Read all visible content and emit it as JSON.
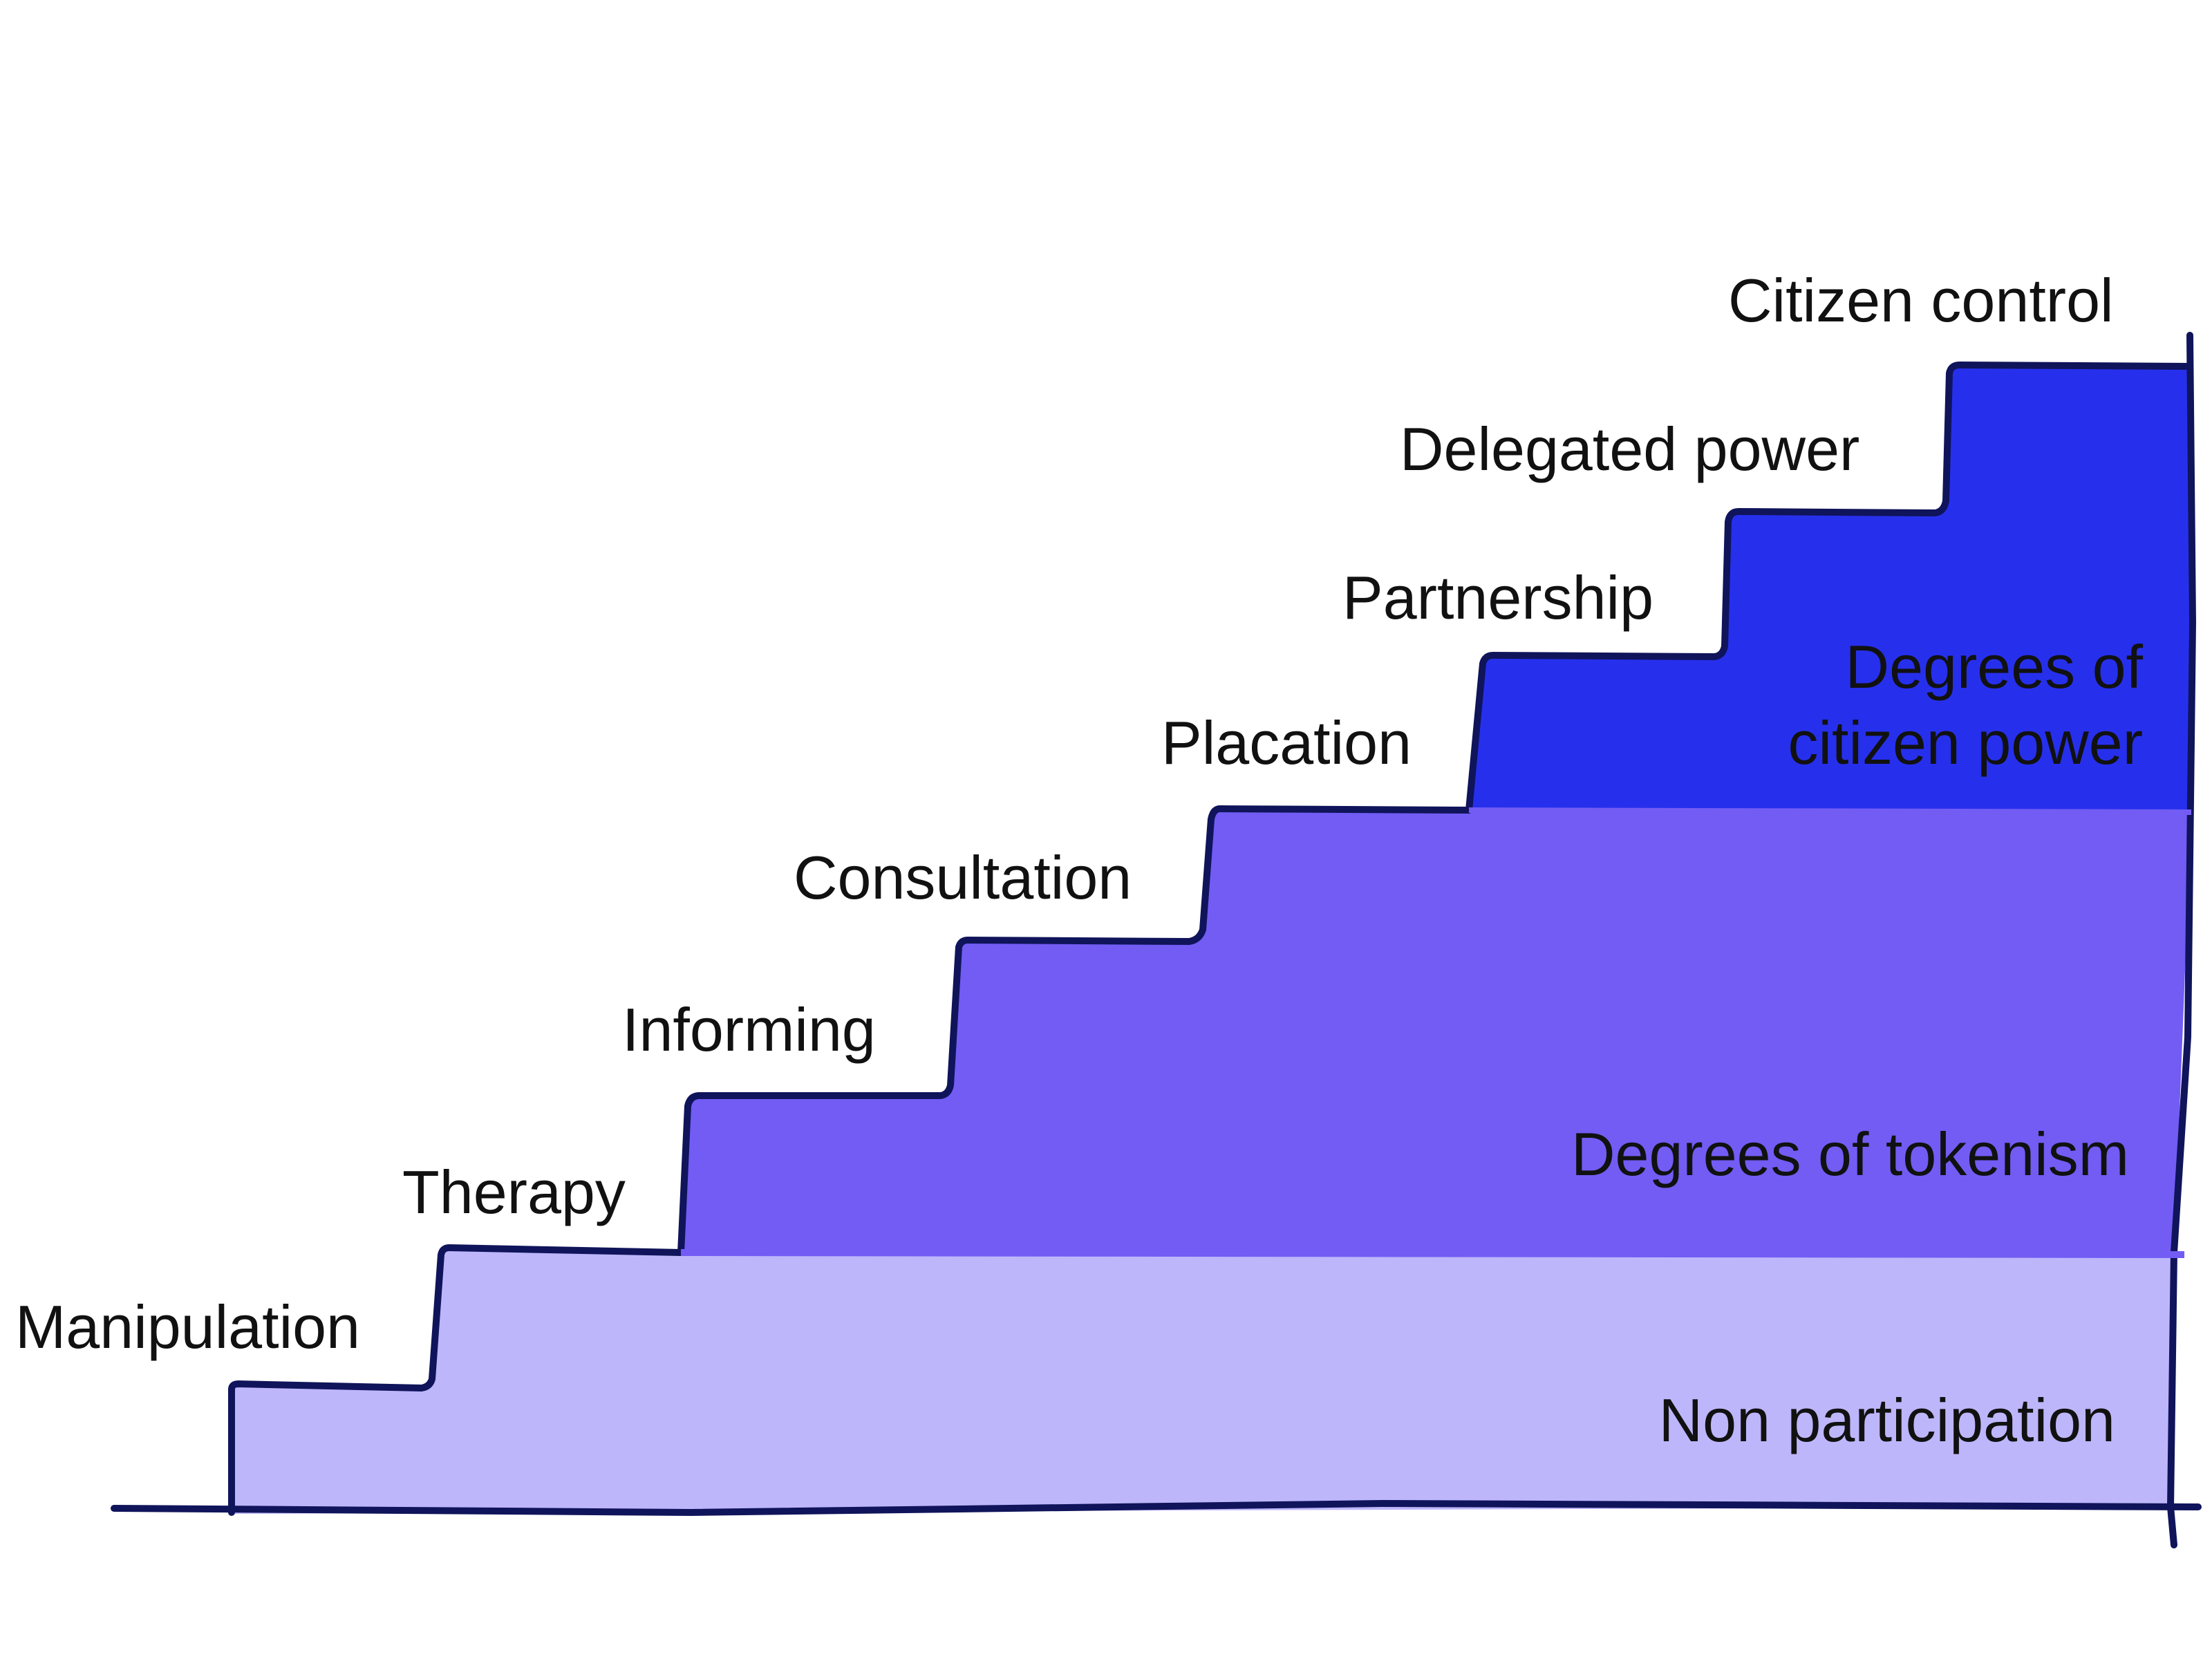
{
  "colors": {
    "outline": "#10145a",
    "non_participation": "#beb6fb",
    "tokenism": "#725cf4",
    "citizen_power": "#2630ec",
    "text": "#111111"
  },
  "rungs": [
    {
      "label": "Manipulation"
    },
    {
      "label": "Therapy"
    },
    {
      "label": "Informing"
    },
    {
      "label": "Consultation"
    },
    {
      "label": "Placation"
    },
    {
      "label": "Partnership"
    },
    {
      "label": "Delegated power"
    },
    {
      "label": "Citizen control"
    }
  ],
  "bands": {
    "non_participation": {
      "label": "Non participation"
    },
    "tokenism": {
      "label": "Degrees of tokenism"
    },
    "citizen_power": {
      "line1": "Degrees of",
      "line2": "citizen power"
    }
  }
}
